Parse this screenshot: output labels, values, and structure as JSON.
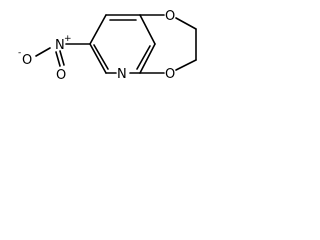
{
  "molecule": {
    "atoms": {
      "ring_o_top": "O",
      "ring_o_bottom": "O",
      "pyridine_n": "N",
      "nitro_n": "N",
      "nitro_o_double": "O",
      "nitro_o_single": "O"
    },
    "charges": {
      "nitro_n_charge": "+",
      "nitro_o_charge": "-"
    }
  }
}
